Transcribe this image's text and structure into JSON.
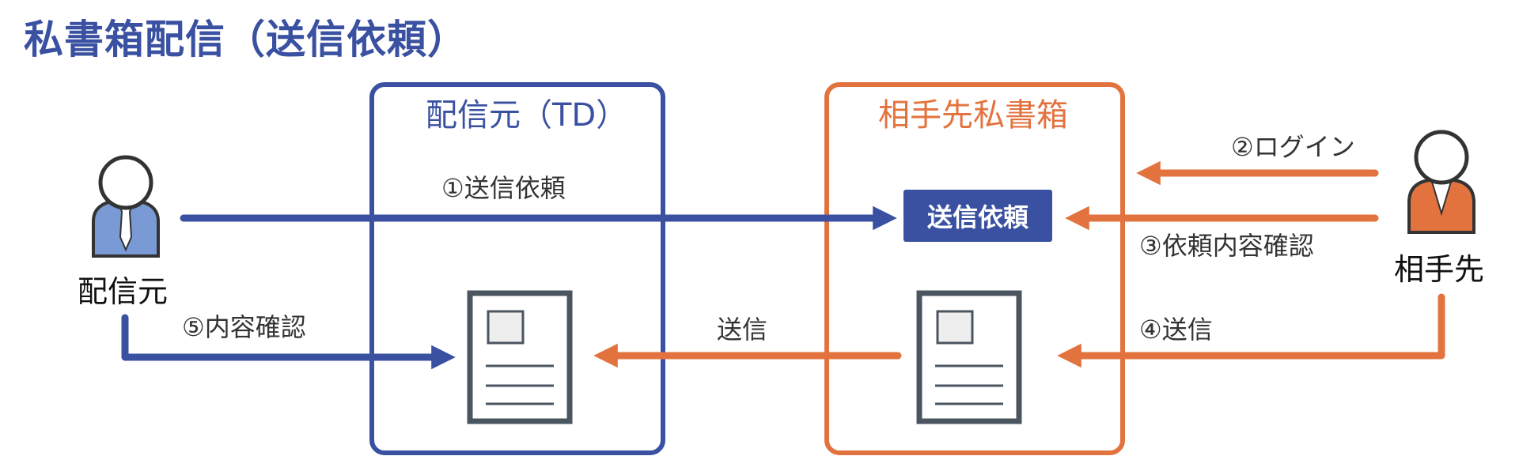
{
  "title": "私書箱配信（送信依頼）",
  "boxes": {
    "sender_system": {
      "label": "配信元（TD）"
    },
    "recipient_mailbox": {
      "label": "相手先私書箱"
    }
  },
  "actors": {
    "sender": {
      "label": "配信元"
    },
    "recipient": {
      "label": "相手先"
    }
  },
  "request_badge": {
    "label": "送信依頼"
  },
  "steps": {
    "s1": "①送信依頼",
    "s2": "②ログイン",
    "s3": "③依頼内容確認",
    "s4": "④送信",
    "s5": "⑤内容確認",
    "transfer": "送信"
  },
  "colors": {
    "blue": "#3a51a2",
    "orange": "#e3733e",
    "person_blue": "#7a9ad6",
    "doc_frame": "#4b5560"
  }
}
